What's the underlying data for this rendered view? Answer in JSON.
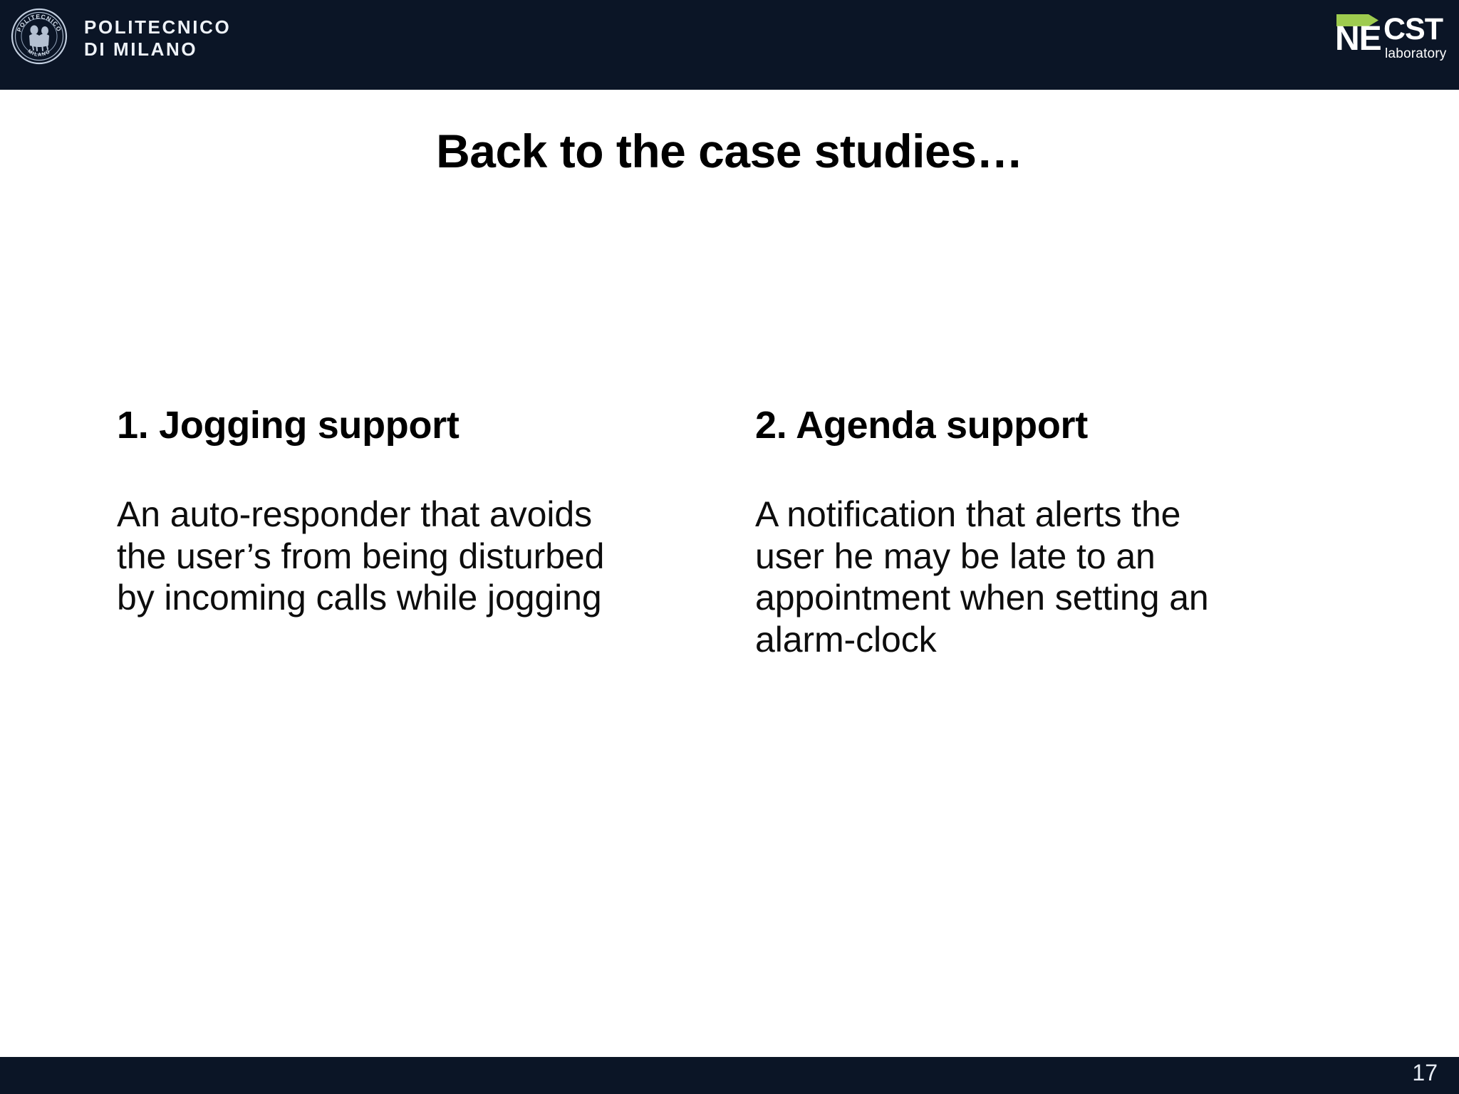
{
  "header": {
    "polimi": {
      "seal_icon": "politecnico-seal-icon",
      "seal_top_text": "POLITECNICO",
      "seal_bottom_text": "MILANO",
      "line1": "POLITECNICO",
      "line2": "DI MILANO"
    },
    "necst": {
      "arrow_icon": "green-arrow-icon",
      "arrow_color": "#9ecb4f",
      "ne_text": "NE",
      "cst_text": "CST",
      "sub_text": "laboratory"
    },
    "band_color": "#0b1526"
  },
  "slide": {
    "title": "Back to the case studies…",
    "columns": [
      {
        "heading": "1. Jogging support",
        "body": "An auto-responder that avoids the user’s from being disturbed by incoming calls while jogging"
      },
      {
        "heading": "2. Agenda support",
        "body": "A notification that alerts the user he may be late to an appointment when setting an alarm-clock"
      }
    ]
  },
  "footer": {
    "page_number": "17",
    "band_color": "#0b1526"
  }
}
